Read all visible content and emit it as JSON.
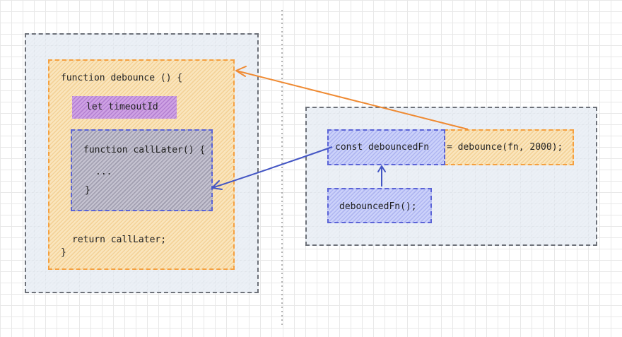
{
  "left_panel": {
    "function_header": "function debounce () {",
    "timeout_decl": "let timeoutId",
    "inner_function_header": "function callLater() {",
    "inner_function_body": "...",
    "inner_function_close": "}",
    "return_statement": "return callLater;",
    "function_close": "}"
  },
  "right_panel": {
    "const_decl": "const debouncedFn",
    "assignment": "= debounce(fn, 2000);",
    "call": "debouncedFn();"
  },
  "colors": {
    "orange_arrow": "#ef8a32",
    "blue_arrow": "#4456c4",
    "grey_border": "#6d7179",
    "orange_border": "#f5a040",
    "blue_border": "#5b64d6"
  }
}
